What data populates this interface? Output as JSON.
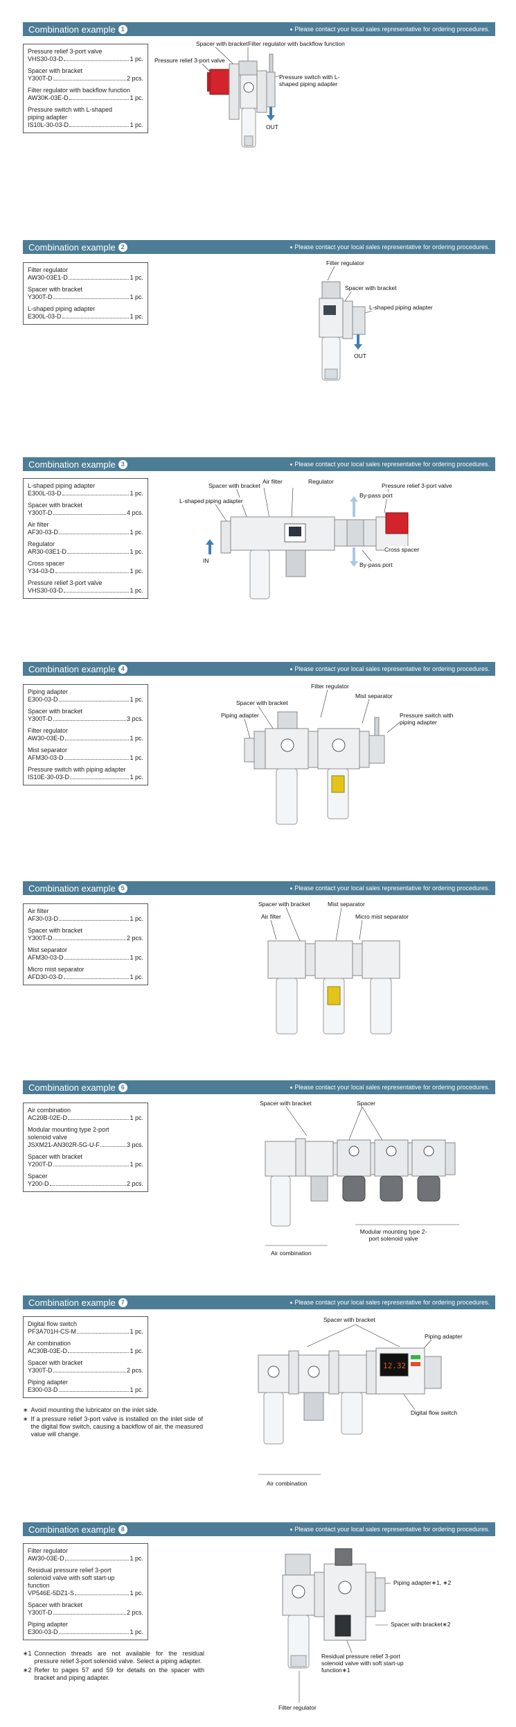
{
  "sections": [
    {
      "title": "Combination example",
      "number": "1",
      "note": "Please contact your local sales representative for ordering procedures.",
      "parts": [
        {
          "name": "Pressure relief 3-port valve",
          "code": "VHS30-03-D",
          "qty": "1 pc."
        },
        {
          "name": "Spacer with bracket",
          "code": "Y300T-D",
          "qty": "2 pcs."
        },
        {
          "name": "Filter regulator with backflow function",
          "code": "AW30K-03E-D",
          "qty": "1 pc."
        },
        {
          "name": "Pressure switch with L-shaped piping adapter",
          "code": "IS10L-30-03-D",
          "qty": "1 pc."
        }
      ],
      "labels": {
        "spacer": "Spacer with bracket",
        "filterreg": "Filter regulator with backflow function",
        "relief": "Pressure relief 3-port valve",
        "pswitch": "Pressure switch with L-shaped piping adapter",
        "out": "OUT"
      }
    },
    {
      "title": "Combination example",
      "number": "2",
      "note": "Please contact your local sales representative for ordering procedures.",
      "parts": [
        {
          "name": "Filter regulator",
          "code": "AW30-03E1-D",
          "qty": "1 pc."
        },
        {
          "name": "Spacer with bracket",
          "code": "Y300T-D",
          "qty": "1 pc."
        },
        {
          "name": "L-shaped piping adapter",
          "code": "E300L-03-D",
          "qty": "1 pc."
        }
      ],
      "labels": {
        "filterreg": "Filter regulator",
        "spacer": "Spacer with bracket",
        "lshaped": "L-shaped piping adapter",
        "out": "OUT"
      }
    },
    {
      "title": "Combination example",
      "number": "3",
      "note": "Please contact your local sales representative for ordering procedures.",
      "parts": [
        {
          "name": "L-shaped piping adapter",
          "code": "E300L-03-D",
          "qty": "1 pc."
        },
        {
          "name": "Spacer with bracket",
          "code": "Y300T-D",
          "qty": "4 pcs."
        },
        {
          "name": "Air filter",
          "code": "AF30-03-D",
          "qty": "1 pc."
        },
        {
          "name": "Regulator",
          "code": "AR30-03E1-D",
          "qty": "1 pc."
        },
        {
          "name": "Cross spacer",
          "code": "Y34-03-D",
          "qty": "1 pc."
        },
        {
          "name": "Pressure relief 3-port valve",
          "code": "VHS30-03-D",
          "qty": "1 pc."
        }
      ],
      "labels": {
        "spacer": "Spacer with bracket",
        "airfilter": "Air filter",
        "regulator": "Regulator",
        "relief": "Pressure relief 3-port valve",
        "lshaped": "L-shaped piping adapter",
        "bypass1": "By-pass port",
        "bypass2": "By-pass port",
        "cross": "Cross spacer",
        "in": "IN"
      }
    },
    {
      "title": "Combination example",
      "number": "4",
      "note": "Please contact your local sales representative for ordering procedures.",
      "parts": [
        {
          "name": "Piping adapter",
          "code": "E300-03-D",
          "qty": "1 pc."
        },
        {
          "name": "Spacer with bracket",
          "code": "Y300T-D",
          "qty": "3 pcs."
        },
        {
          "name": "Filter regulator",
          "code": "AW30-03E-D",
          "qty": "1 pc."
        },
        {
          "name": "Mist separator",
          "code": "AFM30-03-D",
          "qty": "1 pc."
        },
        {
          "name": "Pressure switch with piping adapter",
          "code": "IS10E-30-03-D",
          "qty": "1 pc."
        }
      ],
      "labels": {
        "filterreg": "Filter regulator",
        "mist": "Mist separator",
        "spacer": "Spacer with bracket",
        "piping": "Piping adapter",
        "pswitch": "Pressure switch with piping adapter"
      }
    },
    {
      "title": "Combination example",
      "number": "5",
      "note": "Please contact your local sales representative for ordering procedures.",
      "parts": [
        {
          "name": "Air filter",
          "code": "AF30-03-D",
          "qty": "1 pc."
        },
        {
          "name": "Spacer with bracket",
          "code": "Y300T-D",
          "qty": "2 pcs."
        },
        {
          "name": "Mist separator",
          "code": "AFM30-03-D",
          "qty": "1 pc."
        },
        {
          "name": "Micro mist separator",
          "code": "AFD30-03-D",
          "qty": "1 pc."
        }
      ],
      "labels": {
        "spacer": "Spacer with bracket",
        "mist": "Mist separator",
        "airfilter": "Air filter",
        "micro": "Micro mist separator"
      }
    },
    {
      "title": "Combination example",
      "number": "6",
      "note": "Please contact your local sales representative for ordering procedures.",
      "parts": [
        {
          "name": "Air combination",
          "code": "AC20B-02E-D",
          "qty": "1 pc."
        },
        {
          "name": "Modular mounting type 2-port solenoid valve",
          "code": "JSXM21-AN302R-5G-U-F",
          "qty": "3 pcs."
        },
        {
          "name": "Spacer with bracket",
          "code": "Y200T-D",
          "qty": "1 pc."
        },
        {
          "name": "Spacer",
          "code": "Y200-D",
          "qty": "2 pcs."
        }
      ],
      "labels": {
        "spacer_b": "Spacer with bracket",
        "spacer": "Spacer",
        "modular": "Modular mounting type 2-port solenoid valve",
        "aircomb": "Air combination"
      }
    },
    {
      "title": "Combination example",
      "number": "7",
      "note": "Please contact your local sales representative for ordering procedures.",
      "parts": [
        {
          "name": "Digital flow switch",
          "code": "PF3A701H-CS-M",
          "qty": "1 pc."
        },
        {
          "name": "Air combination",
          "code": "AC30B-03E-D",
          "qty": "1 pc."
        },
        {
          "name": "Spacer with bracket",
          "code": "Y300T-D",
          "qty": "2 pcs."
        },
        {
          "name": "Piping adapter",
          "code": "E300-03-D",
          "qty": "1 pc."
        }
      ],
      "notes": [
        {
          "mark": "∗",
          "text": "Avoid mounting the lubricator on the inlet side."
        },
        {
          "mark": "∗",
          "text": "If a pressure relief 3-port valve is installed on the inlet side of the digital flow switch, causing a backflow of air, the measured value will change."
        }
      ],
      "labels": {
        "spacer": "Spacer with bracket",
        "piping": "Piping adapter",
        "dfs": "Digital flow switch",
        "aircomb": "Air combination",
        "display": "12.32"
      }
    },
    {
      "title": "Combination example",
      "number": "8",
      "note": "Please contact your local sales representative for ordering procedures.",
      "parts": [
        {
          "name": "Filter regulator",
          "code": "AW30-03E-D",
          "qty": "1 pc."
        },
        {
          "name": "Residual pressure relief 3-port solenoid valve with soft start-up function",
          "code": "VP546E-5DZ1-S",
          "qty": "1 pc."
        },
        {
          "name": "Spacer with bracket",
          "code": "Y300T-D",
          "qty": "2 pcs."
        },
        {
          "name": "Piping adapter",
          "code": "E300-03-D",
          "qty": "1 pc."
        }
      ],
      "notes": [
        {
          "mark": "∗1",
          "text": "Connection threads are not available for the residual pressure relief 3-port solenoid valve. Select a piping adapter."
        },
        {
          "mark": "∗2",
          "text": "Refer to pages 57 and 59 for details on the spacer with bracket and piping adapter."
        }
      ],
      "labels": {
        "piping": "Piping adapter∗1, ∗2",
        "spacer": "Spacer with bracket∗2",
        "residual": "Residual pressure relief 3-port solenoid valve with soft start-up function∗1",
        "filterreg": "Filter regulator"
      }
    }
  ],
  "colors": {
    "bar": "#4d7d96",
    "valve_red": "#d3242b",
    "arrow_blue": "#3f7fb5",
    "body_gray": "#e6e8ea"
  }
}
